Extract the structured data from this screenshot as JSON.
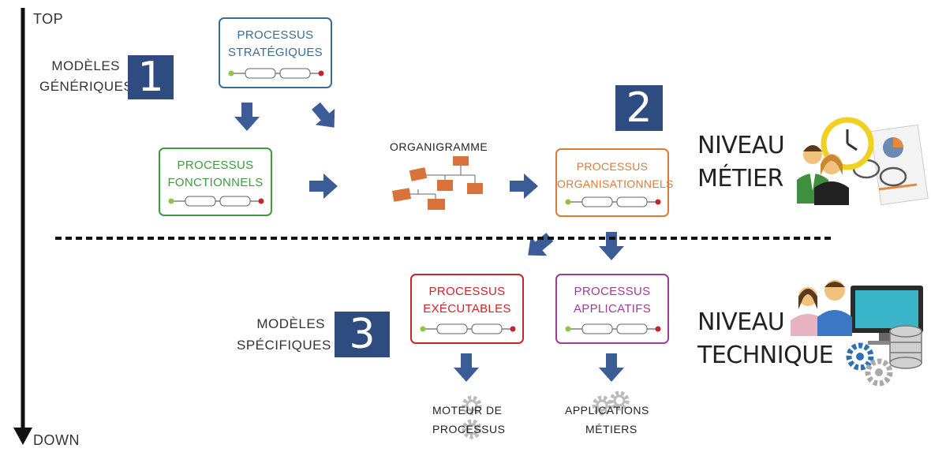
{
  "axis": {
    "top": "TOP",
    "down": "DOWN"
  },
  "labels": {
    "modeles_generiques": [
      "MODÈLES",
      "GÉNÉRIQUES"
    ],
    "modeles_specifiques": [
      "MODÈLES",
      "SPÉCIFIQUES"
    ],
    "niveau_metier": [
      "NIVEAU",
      "MÉTIER"
    ],
    "niveau_technique": [
      "NIVEAU",
      "TECHNIQUE"
    ],
    "organigramme": "ORGANIGRAMME",
    "moteur": [
      "MOTEUR DE",
      "PROCESSUS"
    ],
    "applications": [
      "APPLICATIONS",
      "MÉTIERS"
    ]
  },
  "numbers": {
    "n1": "1",
    "n2": "2",
    "n3": "3"
  },
  "boxes": {
    "strategiques": {
      "l1": "PROCESSUS",
      "l2": "STRATÉGIQUES",
      "color": "#3a6d96"
    },
    "fonctionnels": {
      "l1": "PROCESSUS",
      "l2": "FONCTIONNELS",
      "color": "#3e9a3e"
    },
    "organisationnels": {
      "l1": "PROCESSUS",
      "l2": "ORGANISATIONNELS",
      "color": "#dd7a33"
    },
    "executables": {
      "l1": "PROCESSUS",
      "l2": "EXÉCUTABLES",
      "color": "#c8242b"
    },
    "applicatifs": {
      "l1": "PROCESSUS",
      "l2": "APPLICATIFS",
      "color": "#9b3c95"
    }
  },
  "colors": {
    "arrow": "#3b5c97",
    "accent": "#2e4c7f",
    "orgchart": "#d9723b"
  }
}
